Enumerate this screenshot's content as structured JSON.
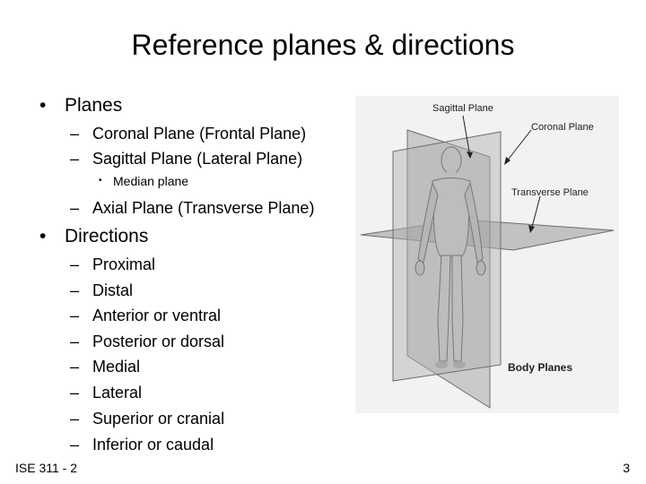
{
  "slide": {
    "title": "Reference planes & directions",
    "bullet": "•",
    "dash": "–",
    "planes_heading": "Planes",
    "planes": [
      {
        "label": "Coronal Plane (Frontal Plane)"
      },
      {
        "label": "Sagittal Plane (Lateral Plane)",
        "sub": [
          "Median plane"
        ]
      },
      {
        "label": "Axial Plane (Transverse Plane)"
      }
    ],
    "directions_heading": "Directions",
    "directions": [
      "Proximal",
      "Distal",
      "Anterior or ventral",
      "Posterior or dorsal",
      "Medial",
      "Lateral",
      "Superior or cranial",
      "Inferior or caudal"
    ]
  },
  "figure": {
    "sagittal_label": "Sagittal Plane",
    "coronal_label": "Coronal Plane",
    "transverse_label": "Transverse Plane",
    "caption": "Body Planes",
    "background": "#f2f2f2",
    "plane_fill": "#9a9a9a",
    "body_fill": "#bdbdbd"
  },
  "footer": {
    "left": "ISE 311 - 2",
    "page_number": "3"
  }
}
